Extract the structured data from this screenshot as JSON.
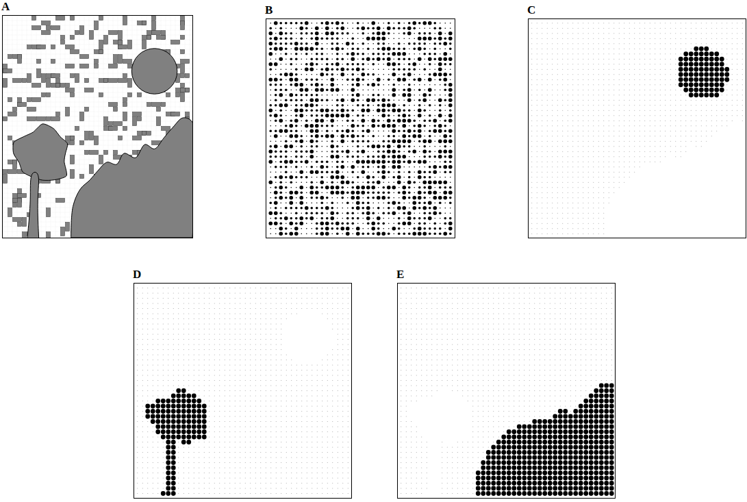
{
  "diagram": {
    "nodes": [
      {
        "text": [
          "A"
        ]
      },
      {
        "text": [
          "B"
        ]
      },
      {
        "text": [
          "C"
        ]
      },
      {
        "text": [
          "D"
        ]
      },
      {
        "text": [
          "E"
        ]
      }
    ]
  }
}
